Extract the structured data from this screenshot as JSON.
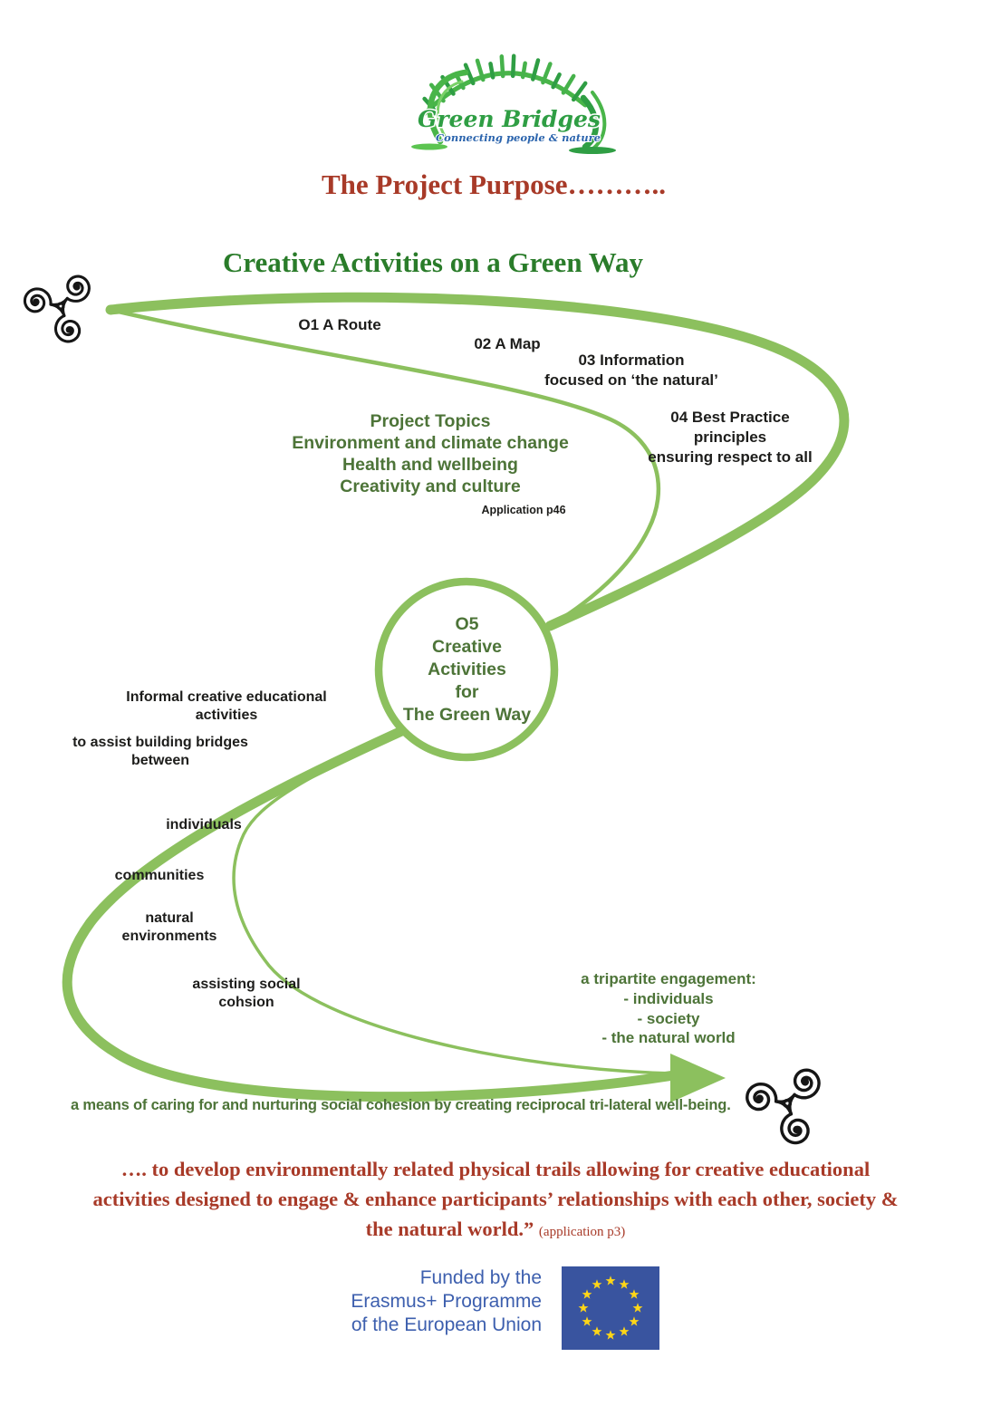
{
  "colors": {
    "ribbon": "#8cc05e",
    "dark_green": "#4d7438",
    "subtitle_green": "#2a7c2a",
    "title_red": "#a83a28",
    "label_black": "#1d1d1b",
    "erasmus_blue": "#3d5fae",
    "flag_blue": "#39549f",
    "star_yellow": "#ffd617",
    "logo_green": "#2f9e44",
    "tagline_blue": "#2b64ad"
  },
  "logo": {
    "name": "Green Bridges",
    "tagline": "Connecting people & nature"
  },
  "page": {
    "title": "The Project Purpose………..",
    "subtitle": "Creative Activities on a Green Way"
  },
  "curve_labels": {
    "o1": "O1 A Route",
    "o2": "02 A Map",
    "o3": [
      "03 Information",
      "focused on ‘the natural’"
    ],
    "o4": [
      "04 Best Practice",
      "principles",
      "ensuring respect to all"
    ]
  },
  "project_topics": {
    "lines": [
      "Project Topics",
      "Environment and climate change",
      "Health and wellbeing",
      "Creativity and culture"
    ],
    "note": "Application p46"
  },
  "center_circle": {
    "lines": [
      "O5",
      "Creative",
      "Activities",
      "for",
      "The Green Way"
    ]
  },
  "left_labels": {
    "informal": [
      "Informal creative educational",
      "activities"
    ],
    "bridges": [
      "to assist building bridges",
      "between"
    ],
    "individuals": "individuals",
    "communities": "communities",
    "natural": [
      "natural",
      "environments"
    ],
    "cohesion": [
      "assisting social",
      "cohsion"
    ]
  },
  "tripartite": [
    "a tripartite engagement:",
    "- individuals",
    "- society",
    "- the natural world"
  ],
  "caption": "a means of caring for and nurturing social cohesion by creating reciprocal tri-lateral well-being.",
  "quote": {
    "lines": [
      "…. to develop environmentally related physical trails allowing for creative educational",
      "activities designed to engage & enhance participants’ relationships with each other, society &",
      "the natural world.”"
    ],
    "ref": "(application p3)"
  },
  "funding": {
    "lines": [
      "Funded by the",
      "Erasmus+ Programme",
      "of the European Union"
    ]
  }
}
